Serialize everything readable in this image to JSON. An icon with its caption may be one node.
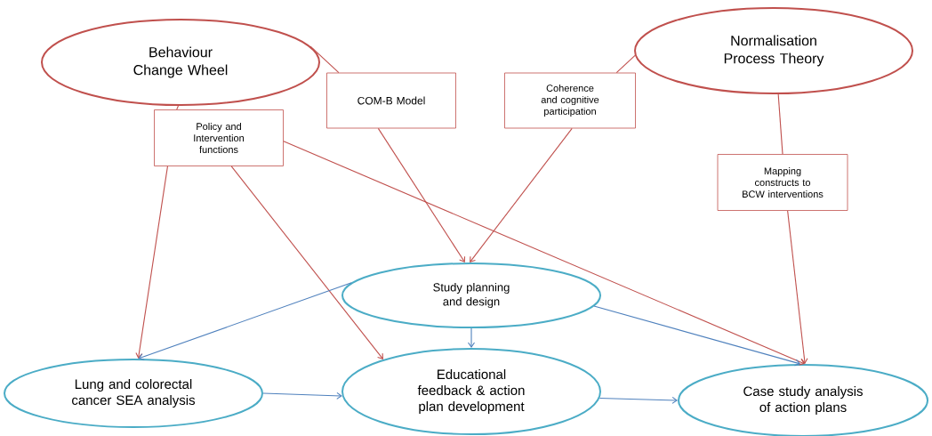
{
  "diagram": {
    "nodes": [
      {
        "text": [
          "Behaviour Change Wheel"
        ]
      },
      {
        "text": [
          "Normalisation Process Theory"
        ]
      },
      {
        "text": [
          "COM-B Model"
        ]
      },
      {
        "text": [
          "Policy and Intervention functions"
        ]
      },
      {
        "text": [
          "Coherence and cognitive participation"
        ]
      },
      {
        "text": [
          "Mapping constructs to BCW interventions"
        ]
      },
      {
        "text": [
          "Study planning and design"
        ]
      },
      {
        "text": [
          "Lung and colorectal cancer SEA analysis"
        ]
      },
      {
        "text": [
          "Educational feedback & action plan development"
        ]
      },
      {
        "text": [
          "Case study analysis of action plans"
        ]
      }
    ],
    "edges": [
      {
        "from": 0,
        "to": 2,
        "arrow": "none"
      },
      {
        "from": 2,
        "to": 6,
        "arrow": "to"
      },
      {
        "from": 0,
        "to": 3,
        "arrow": "none"
      },
      {
        "from": 3,
        "to": 7,
        "arrow": "to"
      },
      {
        "from": 3,
        "to": 8,
        "arrow": "to"
      },
      {
        "from": 3,
        "to": 9,
        "arrow": "to"
      },
      {
        "from": 1,
        "to": 4,
        "arrow": "none"
      },
      {
        "from": 4,
        "to": 6,
        "arrow": "to"
      },
      {
        "from": 1,
        "to": 5,
        "arrow": "none"
      },
      {
        "from": 5,
        "to": 9,
        "arrow": "to"
      },
      {
        "from": 6,
        "to": 7,
        "arrow": "to",
        "color": "#4f81bd"
      },
      {
        "from": 6,
        "to": 8,
        "arrow": "to",
        "color": "#4f81bd"
      },
      {
        "from": 6,
        "to": 9,
        "arrow": "to",
        "color": "#4f81bd"
      },
      {
        "from": 7,
        "to": 8,
        "arrow": "to",
        "color": "#4f81bd"
      },
      {
        "from": 8,
        "to": 9,
        "arrow": "to",
        "color": "#4f81bd"
      }
    ]
  }
}
